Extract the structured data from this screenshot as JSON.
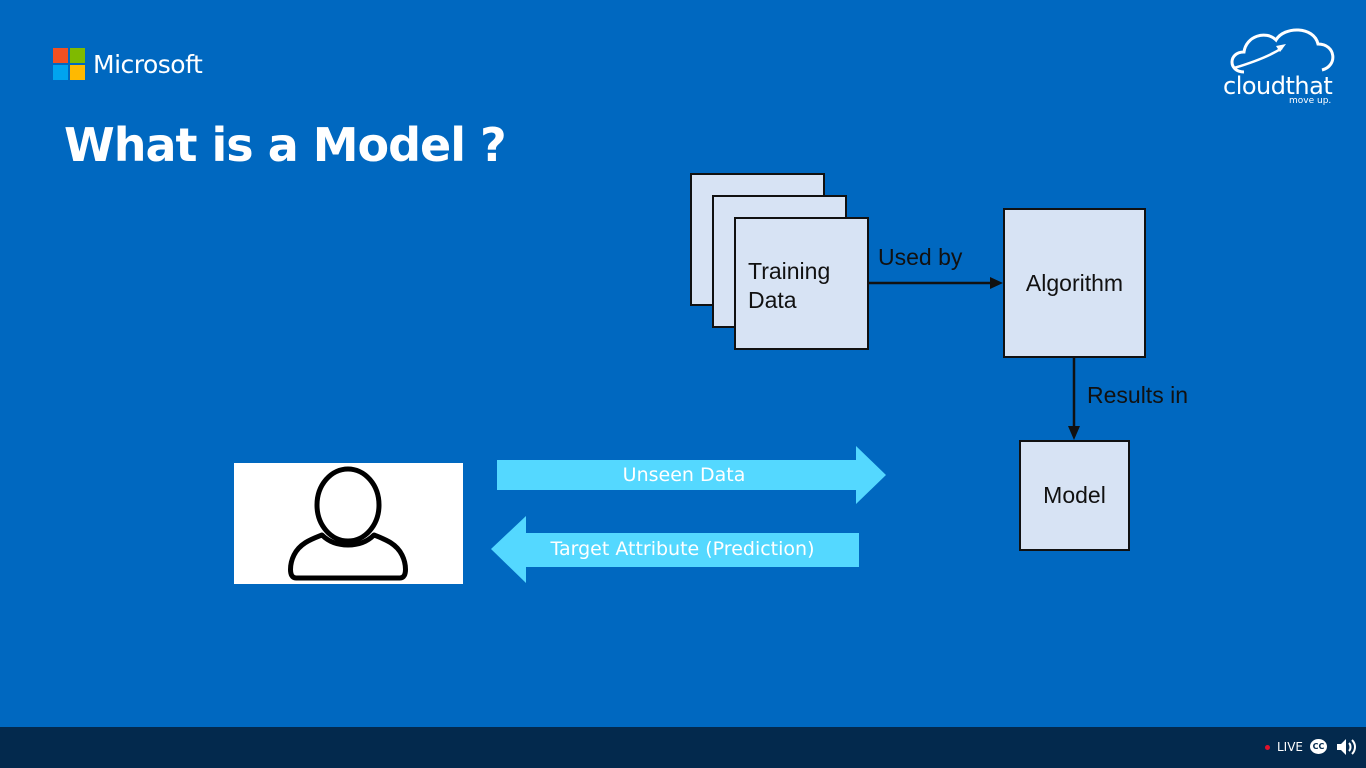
{
  "header": {
    "logo_text": "Microsoft",
    "logo_colors": [
      "#f25022",
      "#7fba00",
      "#00a4ef",
      "#ffb900"
    ],
    "brand_name": "cloudthat",
    "brand_tagline": "move up."
  },
  "slide": {
    "title": "What is a Model ?",
    "background_color": "#0068c0"
  },
  "diagram": {
    "training_data_label": "Training\nData",
    "used_by_label": "Used by",
    "algorithm_label": "Algorithm",
    "results_in_label": "Results in",
    "model_label": "Model",
    "unseen_data_label": "Unseen Data",
    "prediction_label": "Target Attribute (Prediction)",
    "arrow_color": "#54d8ff",
    "box_color": "#d7e3f4"
  },
  "player": {
    "live_label": "LIVE",
    "cc_label": "CC",
    "icons": [
      "live-indicator-icon",
      "closed-captions-icon",
      "volume-icon"
    ]
  }
}
